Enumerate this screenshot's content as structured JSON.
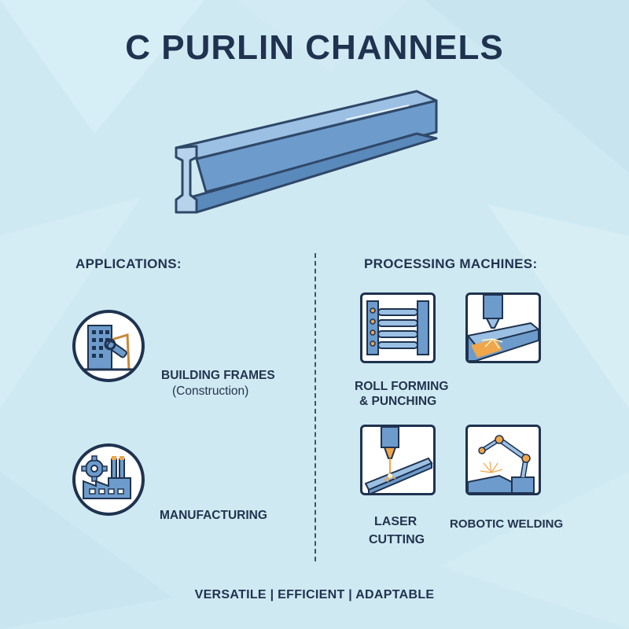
{
  "title": "C PURLIN CHANNELS",
  "applications": {
    "heading": "APPLICATIONS:",
    "items": [
      {
        "label": "BUILDING FRAMES",
        "sublabel": "(Construction)",
        "icon": "building-wrench-icon"
      },
      {
        "label": "MANUFACTURING",
        "icon": "factory-gear-icon"
      }
    ]
  },
  "machines": {
    "heading": "PROCESSING MACHINES:",
    "items": [
      {
        "label_line1": "ROLL FORMING",
        "label_line2": "& PUNCHING",
        "icon": "roll-forming-icon"
      },
      {
        "icon": "torch-cutting-icon"
      },
      {
        "label_line1": "LASER",
        "label_line2": "CUTTING",
        "icon": "laser-cutting-icon"
      },
      {
        "label_line1": "ROBOTIC WELDING",
        "icon": "robotic-welding-icon"
      }
    ]
  },
  "tagline": "VERSATILE | EFFICIENT | ADAPTABLE",
  "colors": {
    "background": "#cfe9f2",
    "dark_navy": "#1f3350",
    "steel_blue": "#6d9ccc",
    "spark_orange": "#f0a64a"
  }
}
